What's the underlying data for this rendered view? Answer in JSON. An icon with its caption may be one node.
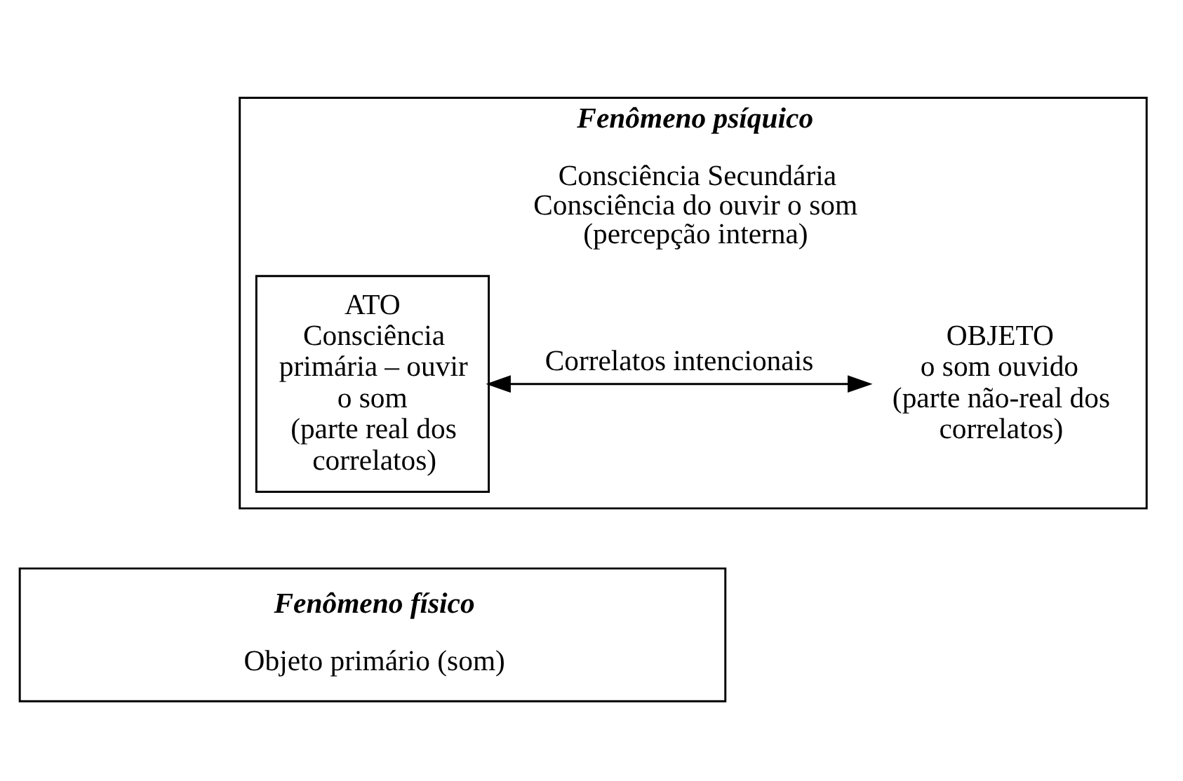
{
  "diagram": {
    "nodes": [
      {
        "text": [
          "Fenômeno psíquico",
          "Consciência Secundária Consciência do ouvir o som (percepção interna)"
        ]
      },
      {
        "text": [
          "ATO",
          "Consciência primária – ouvir o som",
          "(parte real dos correlatos)"
        ],
        "in": 0
      },
      {
        "text": [
          "OBJETO",
          "o som ouvido",
          "(parte não-real dos correlatos)"
        ],
        "in": 0
      },
      {
        "text": [
          "Fenômeno físico",
          "Objeto primário (som)"
        ]
      }
    ],
    "edges": [
      {
        "from": 1,
        "to": 2,
        "arrow": "both",
        "label": "Correlatos intencionais"
      }
    ]
  }
}
